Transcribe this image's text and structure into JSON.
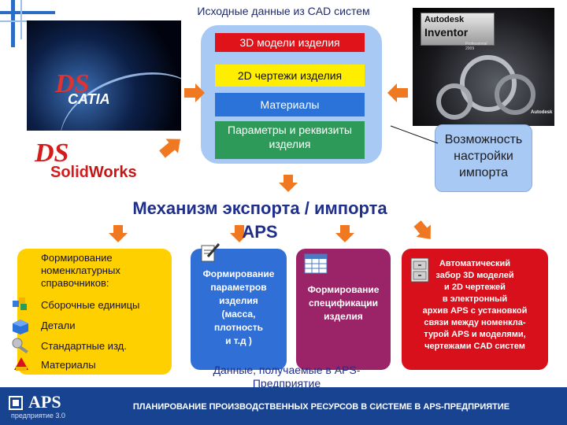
{
  "header": {
    "title": "Исходные данные из CAD систем"
  },
  "logos": {
    "catia": "CATIA",
    "catia_mark": "DS",
    "inventor_brand": "Autodesk",
    "inventor_product": "Inventor",
    "inventor_edition": "Professional 2009",
    "inventor_badge": "Autodesk",
    "solidworks_mark": "DS",
    "solidworks_solid": "Solid",
    "solidworks_works": "Works"
  },
  "center_panel": {
    "items": [
      "3D модели изделия",
      "2D чертежи изделия",
      "Материалы",
      "Параметры и реквизиты изделия"
    ],
    "colors": [
      "#e1131a",
      "#ffee00",
      "#2b73d9",
      "#2e9a59"
    ]
  },
  "right_box": {
    "lines": [
      "Возможность",
      "настройки",
      "импорта"
    ]
  },
  "mechanism": {
    "title_line1": "Механизм экспорта / импорта",
    "title_line2": "APS"
  },
  "cards": {
    "yellow": {
      "heading_lines": [
        "Формирование",
        "номенклатурных",
        "справочников:"
      ],
      "items": [
        "Сборочные единицы",
        "Детали",
        "Стандартные изд.",
        "Материалы"
      ],
      "icons": [
        "assembly-icon",
        "part-icon",
        "standard-part-icon",
        "material-icon"
      ]
    },
    "blue": {
      "lines": [
        "Формирование",
        "параметров",
        "изделия",
        "(масса,",
        "плотность",
        "и т.д )"
      ],
      "icon": "document-edit-icon"
    },
    "purple": {
      "lines": [
        "Формирование",
        "спецификации",
        "изделия"
      ],
      "icon": "table-icon"
    },
    "red": {
      "lines": [
        "Автоматический",
        "забор 3D моделей",
        "и 2D чертежей",
        "в электронный",
        "архив APS с установкой",
        "связи между номенкла-",
        "турой APS и моделями,",
        "чертежами CAD систем"
      ],
      "icon": "archive-cabinet-icon"
    }
  },
  "bottom_caption": {
    "line1": "Данные, получаемые в APS-",
    "line2": "Предприятие"
  },
  "footer": {
    "logo_text": "APS",
    "logo_sub": "предприятие 3.0",
    "text": "ПЛАНИРОВАНИЕ ПРОИЗВОДСТВЕННЫХ РЕСУРСОВ В СИСТЕМЕ В APS-ПРЕДПРИЯТИЕ"
  },
  "colors": {
    "arrow": "#f07820",
    "panel_bg": "#a9c9f5",
    "title_blue": "#1f2f8a",
    "footer_bg": "#184391"
  }
}
